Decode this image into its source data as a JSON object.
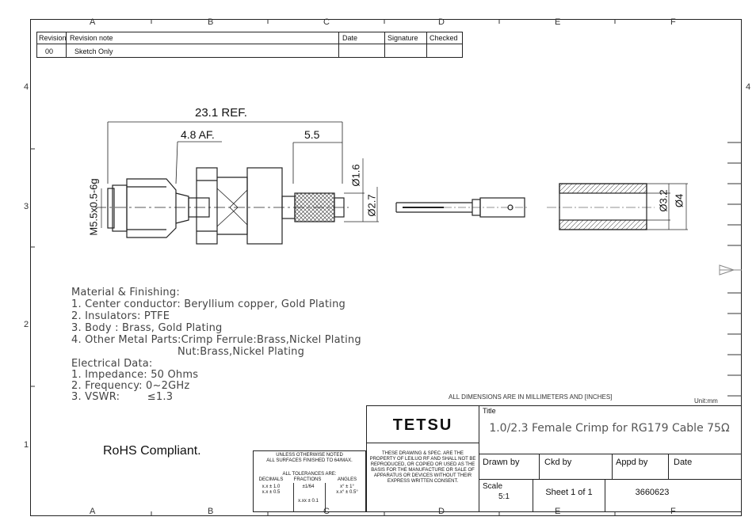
{
  "zones": {
    "top": [
      "A",
      "B",
      "C",
      "D",
      "E",
      "F"
    ],
    "bottom": [
      "A",
      "B",
      "C",
      "D",
      "E",
      "F"
    ],
    "left": [
      "4",
      "3",
      "2",
      "1"
    ],
    "right": [
      "4"
    ]
  },
  "revision": {
    "headers": [
      "Revision",
      "Revision note",
      "Date",
      "Signature",
      "Checked"
    ],
    "rows": [
      {
        "rev": "00",
        "note": "Sketch Only",
        "date": "",
        "signature": "",
        "checked": ""
      }
    ]
  },
  "dimensions": {
    "overall": "23.1 REF.",
    "af": "4.8 AF.",
    "length": "5.5",
    "thread": "M5.5x0.5-6g",
    "d1": "Ø1.6",
    "d2": "Ø2.7",
    "d3": "Ø3.2",
    "d4": "Ø4"
  },
  "material": {
    "heading": "Material & Finishing:",
    "lines": [
      "1. Center conductor: Beryllium copper, Gold Plating",
      "2. Insulators: PTFE",
      "3. Body : Brass, Gold Plating",
      "4. Other Metal Parts:Crimp Ferrule:Brass,Nickel Plating",
      "Nut:Brass,Nickel Plating"
    ]
  },
  "electrical": {
    "heading": "Electrical Data:",
    "lines": [
      "1. Impedance: 50 Ohms",
      "2. Frequency: 0~2GHz",
      "3. VSWR:        ≤1.3"
    ]
  },
  "rohs": "RoHS Compliant.",
  "units_note": "ALL DIMENSIONS ARE IN MILLIMETERS AND [INCHES]",
  "units_label": "Unit:mm",
  "tolerances": {
    "line1": "UNLESS OTHERWISE NOTED",
    "line2": "ALL SURFACES FINISHED TO 64/MAX.",
    "line3": "ALL TOLERANCES ARE:",
    "decimals": "DECIMALS",
    "fractions": "FRACTIONS",
    "angles": "ANGLES",
    "dec1": "x.x ± 1.0",
    "dec2": "x.x ± 0.5",
    "frac1": "±1/64",
    "frac2": "x.xx ± 0.1",
    "ang1": "x° ± 1°",
    "ang2": "x.x° ± 0.5°"
  },
  "company": "TETSU",
  "disclaimer": "THESE DRAWING & SPEC. ARE THE PROPERTY OF LEILUO RF AND SHALL NOT BE REPRODUCED, OR COPIED OR USED AS THE BASIS FOR THE MANUFACTURE OR SALE OF APPARATUS OR DEVICES WITHOUT THEIR EXPRESS WRITTEN CONSENT.",
  "title_label": "Title",
  "title_value": "1.0/2.3 Female Crimp for RG179 Cable 75Ω",
  "drawn_by": "Drawn by",
  "ckd_by": "Ckd by",
  "appd_by": "Appd by",
  "date_label": "Date",
  "scale_label": "Scale",
  "scale_value": "5:1",
  "sheet": "Sheet 1 of 1",
  "part_no": "3660623"
}
